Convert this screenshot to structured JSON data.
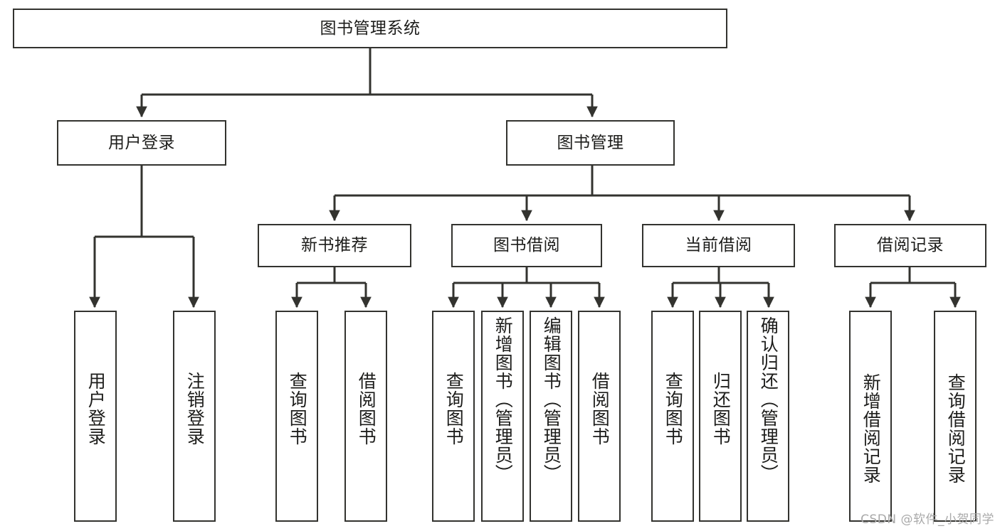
{
  "diagram": {
    "type": "tree-hierarchy-flowchart",
    "title": "图书管理系统",
    "colors": {
      "box_border": "#33332f",
      "box_fill": "#ffffff",
      "edge": "#33332f",
      "text": "#1d1d1b",
      "watermark": "#a9a9a9",
      "background": "#ffffff"
    },
    "root": {
      "label": "图书管理系统"
    },
    "level2": [
      {
        "label": "用户登录"
      },
      {
        "label": "图书管理"
      }
    ],
    "level3": [
      {
        "label": "新书推荐"
      },
      {
        "label": "图书借阅"
      },
      {
        "label": "当前借阅"
      },
      {
        "label": "借阅记录"
      }
    ],
    "leaves": {
      "user_login": [
        {
          "label": "用户登录"
        },
        {
          "label": "注销登录"
        }
      ],
      "new_book_recommend": [
        {
          "label": "查询图书"
        },
        {
          "label": "借阅图书"
        }
      ],
      "book_borrow": [
        {
          "label": "查询图书"
        },
        {
          "label": "新增图书（管理员）"
        },
        {
          "label": "编辑图书（管理员）"
        },
        {
          "label": "借阅图书"
        }
      ],
      "current_borrow": [
        {
          "label": "查询图书"
        },
        {
          "label": "归还图书"
        },
        {
          "label": "确认归还（管理员）"
        }
      ],
      "borrow_record": [
        {
          "label": "新增借阅记录"
        },
        {
          "label": "查询借阅记录"
        }
      ]
    },
    "watermark": "CSDN @软件_小贺同学"
  }
}
